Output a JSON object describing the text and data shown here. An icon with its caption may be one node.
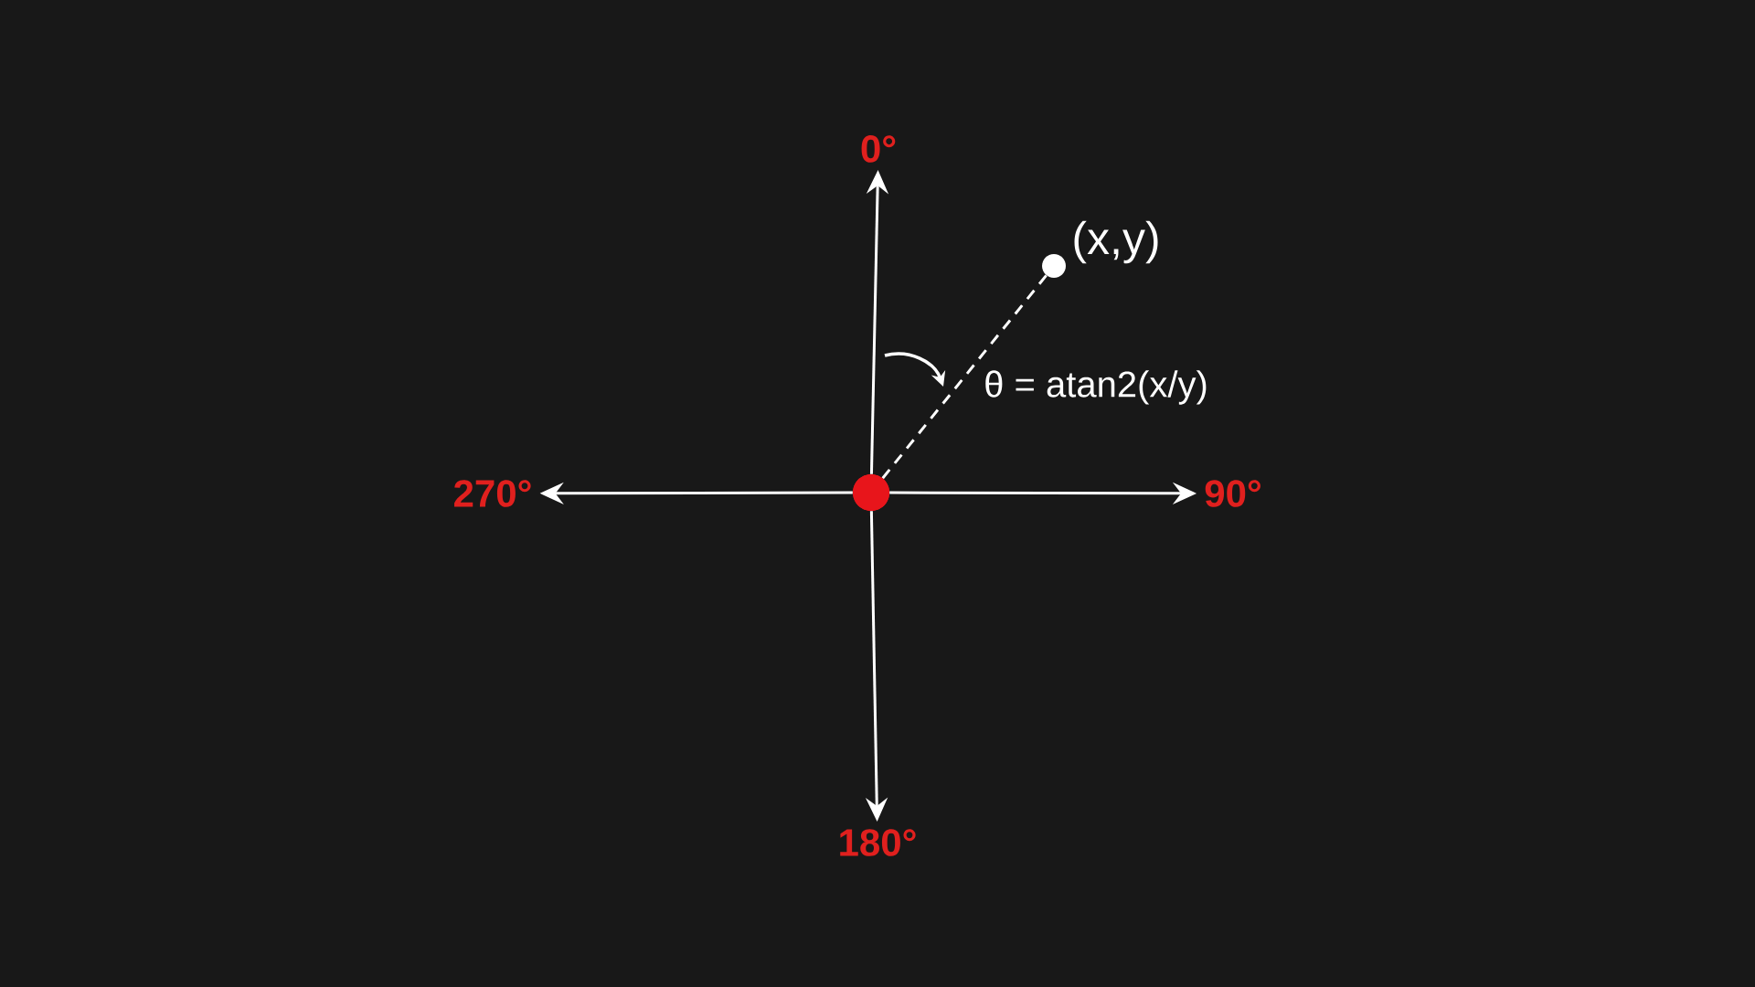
{
  "diagram": {
    "nodes": [
      {
        "text": [],
        "shape": "circle"
      },
      {
        "text": [
          "0°"
        ]
      },
      {
        "text": [
          "90°"
        ]
      },
      {
        "text": [
          "180°"
        ]
      },
      {
        "text": [
          "270°"
        ]
      },
      {
        "text": [],
        "shape": "circle",
        "beside": [
          "(x,y)"
        ]
      }
    ],
    "edges": [
      {
        "from": 0,
        "to": 1,
        "arrow": "to"
      },
      {
        "from": 0,
        "to": 2,
        "arrow": "to"
      },
      {
        "from": 0,
        "to": 3,
        "arrow": "to"
      },
      {
        "from": 0,
        "to": 4,
        "arrow": "to"
      },
      {
        "from": 0,
        "to": 5,
        "arrow": "none",
        "style": "dashed"
      }
    ],
    "labels": [
      "θ = atan2(x/y)"
    ]
  }
}
